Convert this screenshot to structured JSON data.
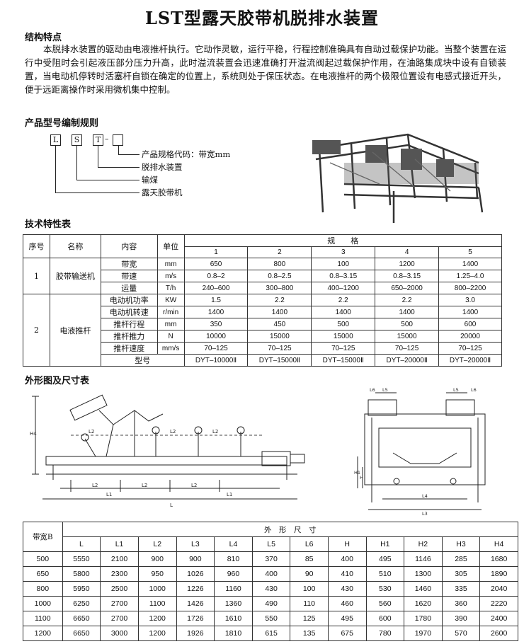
{
  "title": "LST型露天胶带机脱排水装置",
  "features": {
    "heading": "结构特点",
    "text": "本脱排水装置的驱动由电液推杆执行。它动作灵敏，运行平稳，行程控制准确具有自动过载保护功能。当整个装置在运行中受阻时会引起液压部分压力升高，此时溢流装置会迅速准确打开溢流阀起过载保护作用，在油路集成块中设有自锁装置，当电动机停转时活塞杆自锁在确定的位置上，系统则处于保压状态。在电液推杆的两个极限位置设有电感式接近开头，便于远距离操作时采用微机集中控制。"
  },
  "model_code": {
    "heading": "产品型号编制规则",
    "chars": [
      "L",
      "S",
      "T"
    ],
    "dash": "–",
    "labels": [
      "产品规格代码：带宽mm",
      "脱排水装置",
      "输煤",
      "露天胶带机"
    ]
  },
  "tech_table": {
    "heading": "技术特性表",
    "headers": {
      "no": "序号",
      "name": "名称",
      "content": "内容",
      "unit": "单位",
      "spec": "规　　格",
      "cols": [
        "1",
        "2",
        "3",
        "4",
        "5"
      ]
    },
    "groups": [
      {
        "no": "1",
        "name": "胶带输送机",
        "rows": [
          {
            "item": "带宽",
            "unit": "mm",
            "vals": [
              "650",
              "800",
              "100",
              "1200",
              "1400"
            ]
          },
          {
            "item": "带速",
            "unit": "m/s",
            "vals": [
              "0.8–2",
              "0.8–2.5",
              "0.8–3.15",
              "0.8–3.15",
              "1.25–4.0"
            ]
          },
          {
            "item": "运量",
            "unit": "T/h",
            "vals": [
              "240–600",
              "300–800",
              "400–1200",
              "650–2000",
              "800–2200"
            ]
          }
        ]
      },
      {
        "no": "2",
        "name": "电液推杆",
        "rows": [
          {
            "item": "电动机功率",
            "unit": "KW",
            "vals": [
              "1.5",
              "2.2",
              "2.2",
              "2.2",
              "3.0"
            ]
          },
          {
            "item": "电动机转速",
            "unit": "r/min",
            "vals": [
              "1400",
              "1400",
              "1400",
              "1400",
              "1400"
            ]
          },
          {
            "item": "推杆行程",
            "unit": "mm",
            "vals": [
              "350",
              "450",
              "500",
              "500",
              "600"
            ]
          },
          {
            "item": "推杆推力",
            "unit": "N",
            "vals": [
              "10000",
              "15000",
              "15000",
              "15000",
              "20000"
            ]
          },
          {
            "item": "推杆速度",
            "unit": "mm/s",
            "vals": [
              "70–125",
              "70–125",
              "70–125",
              "70–125",
              "70–125"
            ]
          }
        ]
      }
    ],
    "model_row": {
      "label": "型号",
      "vals": [
        "DYT–10000Ⅱ",
        "DYT–15000Ⅱ",
        "DYT–15000Ⅱ",
        "DYT–20000Ⅱ",
        "DYT–20000Ⅱ"
      ]
    }
  },
  "dim_table": {
    "heading": "外形图及尺寸表",
    "width_label": "带宽B",
    "group_label": "外　形　尺　寸",
    "cols": [
      "L",
      "L1",
      "L2",
      "L3",
      "L4",
      "L5",
      "L6",
      "H",
      "H1",
      "H2",
      "H3",
      "H4"
    ],
    "rows": [
      [
        "500",
        "5550",
        "2100",
        "900",
        "900",
        "810",
        "370",
        "85",
        "400",
        "495",
        "1146",
        "285",
        "1680"
      ],
      [
        "650",
        "5800",
        "2300",
        "950",
        "1026",
        "960",
        "400",
        "90",
        "410",
        "510",
        "1300",
        "305",
        "1890"
      ],
      [
        "800",
        "5950",
        "2500",
        "1000",
        "1226",
        "1160",
        "430",
        "100",
        "430",
        "530",
        "1460",
        "335",
        "2040"
      ],
      [
        "1000",
        "6250",
        "2700",
        "1100",
        "1426",
        "1360",
        "490",
        "110",
        "460",
        "560",
        "1620",
        "360",
        "2220"
      ],
      [
        "1100",
        "6650",
        "2700",
        "1200",
        "1726",
        "1610",
        "550",
        "125",
        "495",
        "600",
        "1780",
        "390",
        "2400"
      ],
      [
        "1200",
        "6650",
        "3000",
        "1200",
        "1926",
        "1810",
        "615",
        "135",
        "675",
        "780",
        "1970",
        "570",
        "2600"
      ]
    ]
  },
  "drawing_labels": {
    "side": [
      "H4",
      "L2",
      "L2",
      "L2",
      "L2",
      "L2",
      "L2",
      "L1",
      "L1",
      "L"
    ],
    "end": [
      "L6",
      "L5",
      "L5",
      "L6",
      "H1",
      "H",
      "L4",
      "L3"
    ]
  }
}
